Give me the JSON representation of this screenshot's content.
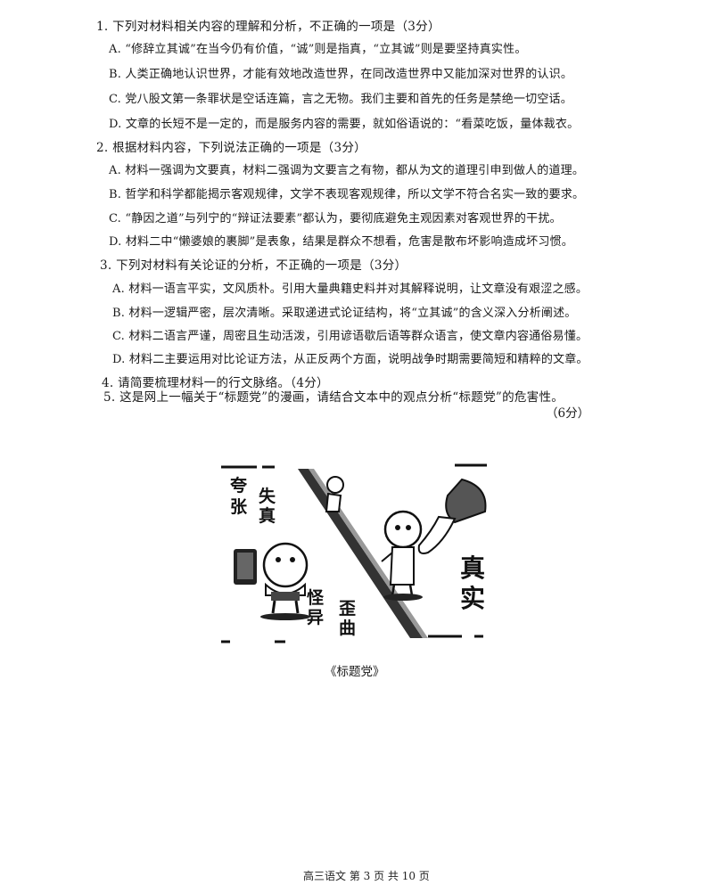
{
  "questions": {
    "q1": {
      "stem": "1. 下列对材料相关内容的理解和分析，不正确的一项是（3分）",
      "a": "A. “修辞立其诚”在当今仍有价值，“诚”则是指真，“立其诚”则是要坚持真实性。",
      "b": "B. 人类正确地认识世界，才能有效地改造世界，在同改造世界中又能加深对世界的认识。",
      "c": "C. 党八股文第一条罪状是空话连篇，言之无物。我们主要和首先的任务是禁绝一切空话。",
      "d": "D. 文章的长短不是一定的，而是服务内容的需要，就如俗语说的：“看菜吃饭，量体裁衣。"
    },
    "q2": {
      "stem": "2. 根据材料内容，下列说法正确的一项是（3分）",
      "a": "A. 材料一强调为文要真，材料二强调为文要言之有物，都从为文的道理引申到做人的道理。",
      "b": "B. 哲学和科学都能揭示客观规律，文学不表现客观规律，所以文学不符合名实一致的要求。",
      "c": "C. “静因之道”与列宁的“辩证法要素”都认为，要彻底避免主观因素对客观世界的干扰。",
      "d": "D. 材料二中“懒婆娘的裹脚”是表象，结果是群众不想看，危害是散布坏影响造成坏习惯。"
    },
    "q3": {
      "stem": "3. 下列对材料有关论证的分析，不正确的一项是（3分）",
      "a": "A. 材料一语言平实，文风质朴。引用大量典籍史料并对其解释说明，让文章没有艰涩之感。",
      "b": "B. 材料一逻辑严密，层次清晰。采取递进式论证结构，将“立其诚”的含义深入分析阐述。",
      "c": "C. 材料二语言严谨，周密且生动活泼，引用谚语歇后语等群众语言，使文章内容通俗易懂。",
      "d": "D. 材料二主要运用对比论证方法，从正反两个方面，说明战争时期需要简短和精粹的文章。"
    },
    "q4": {
      "stem": "4. 请简要梳理材料一的行文脉络。（4分）"
    },
    "q5": {
      "stem": "5. 这是网上一幅关于“标题党”的漫画，请结合文本中的观点分析“标题党”的危害性。",
      "score": "（6分）"
    }
  },
  "comic": {
    "labels": {
      "kua": "夸",
      "zhang": "张",
      "shi": "失",
      "zhen": "真",
      "guai": "怪",
      "yi": "异",
      "wai": "歪",
      "qu": "曲",
      "zhen2": "真",
      "shi2": "实"
    },
    "caption": "《标题党》"
  },
  "footer": {
    "text": "高三语文 第 3 页 共 10 页"
  }
}
